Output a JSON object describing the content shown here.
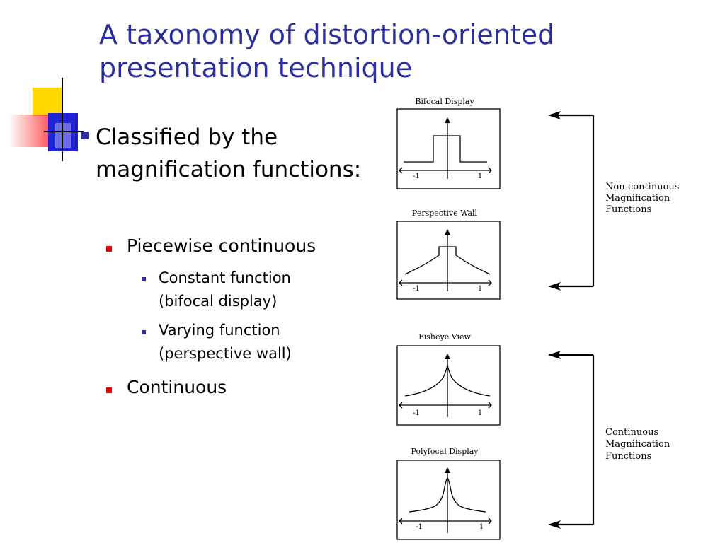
{
  "slide": {
    "title": "A taxonomy of distortion-oriented presentation technique",
    "bullet_level1": "Classified by the magnification functions:",
    "bullets_level2": [
      {
        "label": "Piecewise continuous"
      },
      {
        "label": "Continuous"
      }
    ],
    "bullets_level3": [
      {
        "line1": "Constant function",
        "line2": "(bifocal display)"
      },
      {
        "line1": "Varying function",
        "line2": "(perspective wall)"
      }
    ]
  },
  "diagram": {
    "panels": [
      {
        "title": "Bifocal Display",
        "neg": "-1",
        "pos": "1"
      },
      {
        "title": "Perspective Wall",
        "neg": "-1",
        "pos": "1"
      },
      {
        "title": "Fisheye View",
        "neg": "-1",
        "pos": "1"
      },
      {
        "title": "Polyfocal Display",
        "neg": "-1",
        "pos": "1"
      }
    ],
    "groups": [
      {
        "line1": "Non-continuous",
        "line2": "Magnification",
        "line3": "Functions"
      },
      {
        "line1": "Continuous",
        "line2": "Magnification",
        "line3": "Functions"
      }
    ]
  },
  "colors": {
    "title": "#2b2e9e",
    "bullet_l1": "#2b2e9e",
    "bullet_l2": "#e00000",
    "bullet_l3": "#2b2e9e"
  }
}
